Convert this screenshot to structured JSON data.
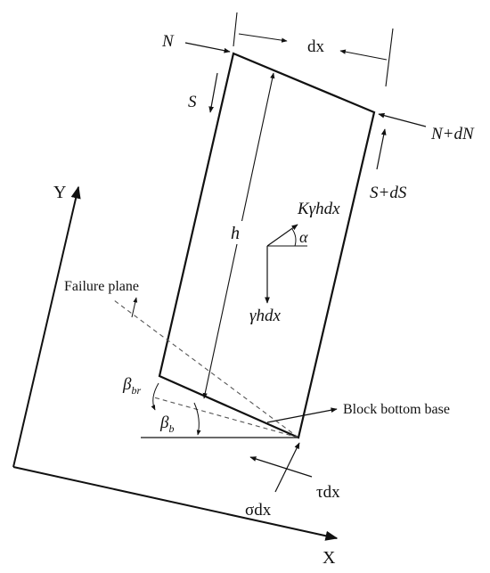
{
  "axes": {
    "x_label": "X",
    "y_label": "Y"
  },
  "forces": {
    "n_left": "N",
    "n_right": "N+dN",
    "s_left": "S",
    "s_right": "S+dS",
    "width": "dx",
    "height": "h",
    "horizontal_load": "Kγhdx",
    "weight": "γhdx",
    "angle": "α",
    "normal_stress": "σdx",
    "shear_stress": "τdx"
  },
  "angles": {
    "beta_br": "βbr",
    "beta_b": "βb"
  },
  "annotations": {
    "failure_plane": "Failure plane",
    "block_bottom_base": "Block bottom base"
  },
  "colors": {
    "line": "#111111",
    "dashed": "#555555"
  }
}
